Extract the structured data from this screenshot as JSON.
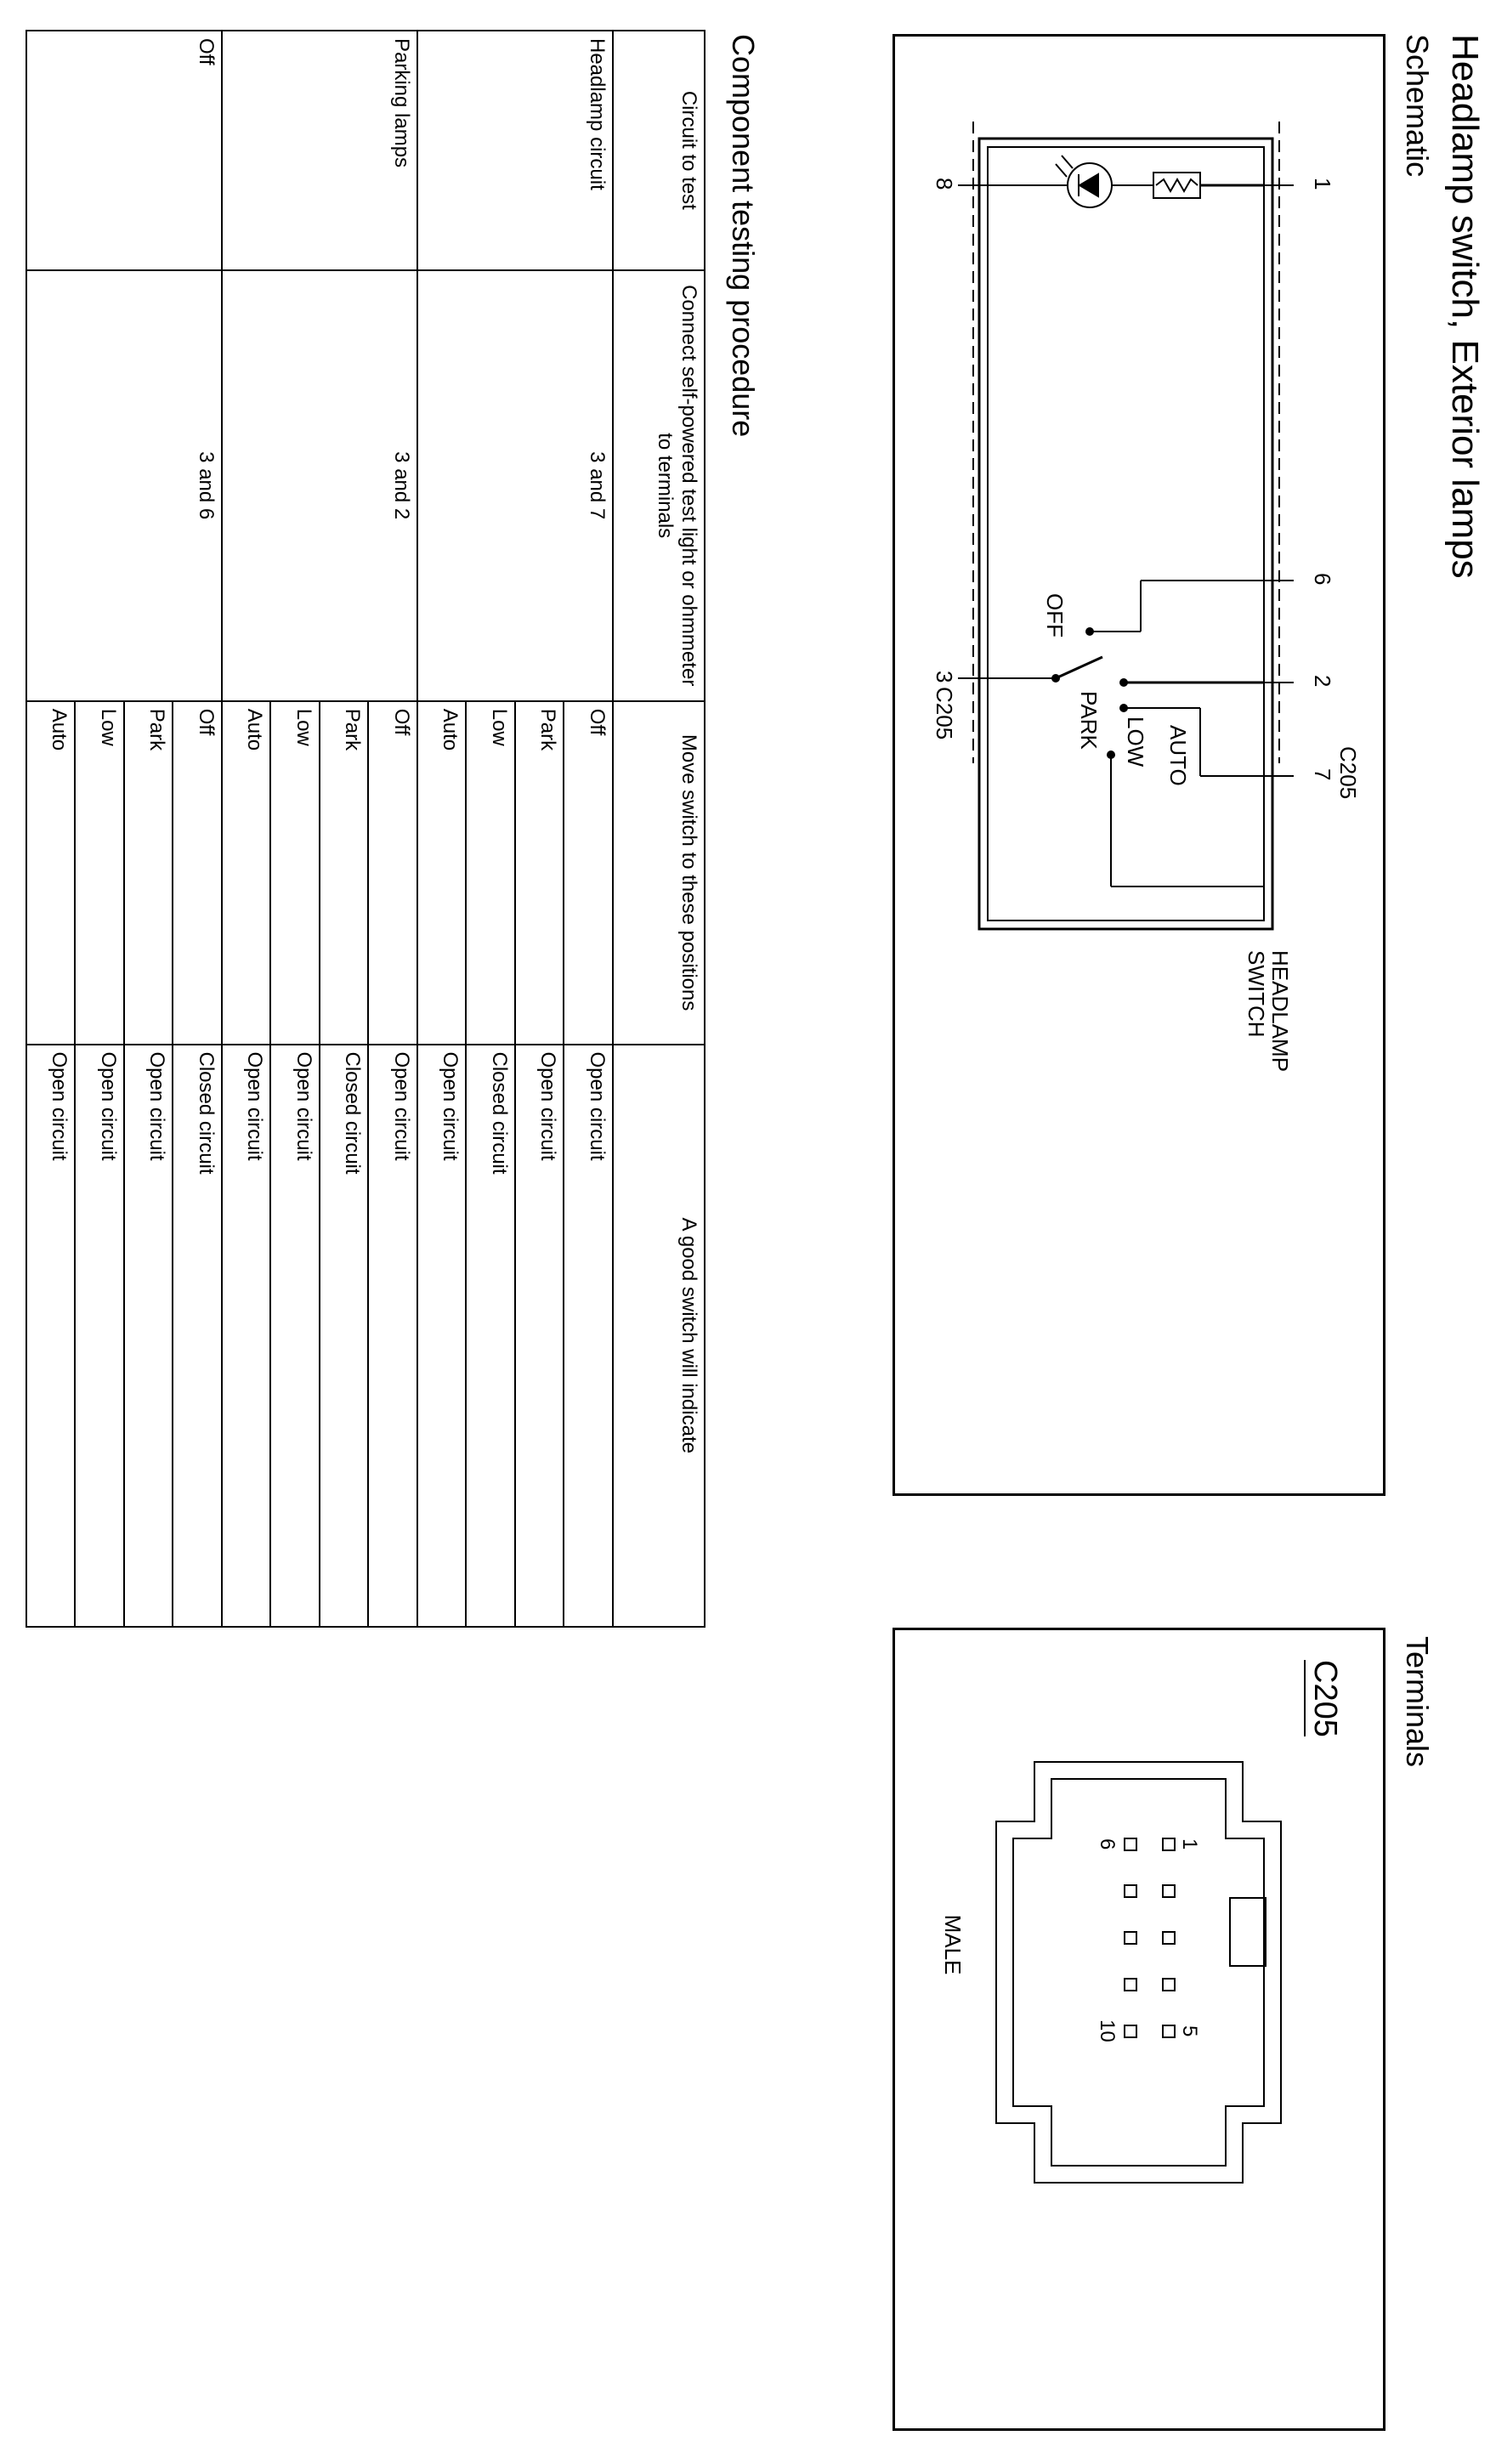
{
  "title": "Headlamp switch, Exterior lamps",
  "schematic": {
    "heading": "Schematic",
    "pins_top": [
      "1",
      "6",
      "2",
      "7"
    ],
    "connector_top": "C205",
    "pins_bottom": [
      "8",
      "3"
    ],
    "connector_bottom": "C205",
    "positions": [
      "OFF",
      "PARK",
      "LOW",
      "AUTO"
    ],
    "component_label": [
      "HEADLAMP",
      "SWITCH"
    ]
  },
  "terminals": {
    "heading": "Terminals",
    "connector": "C205",
    "pin_labels": [
      "1",
      "5",
      "6",
      "10"
    ],
    "gender": "MALE"
  },
  "testing": {
    "heading": "Component testing procedure",
    "headers": [
      "Circuit to test",
      "Connect self-powered test light or ohmmeter to terminals",
      "Move switch to these positions",
      "A good switch will indicate"
    ],
    "groups": [
      {
        "circuit": "Headlamp circuit",
        "terminals": "3 and 7",
        "rows": [
          {
            "position": "Off",
            "result": "Open circuit"
          },
          {
            "position": "Park",
            "result": "Open circuit"
          },
          {
            "position": "Low",
            "result": "Closed circuit"
          },
          {
            "position": "Auto",
            "result": "Open circuit"
          }
        ]
      },
      {
        "circuit": "Parking lamps",
        "terminals": "3 and 2",
        "rows": [
          {
            "position": "Off",
            "result": "Open circuit"
          },
          {
            "position": "Park",
            "result": "Closed circuit"
          },
          {
            "position": "Low",
            "result": "Open circuit"
          },
          {
            "position": "Auto",
            "result": "Open circuit"
          }
        ]
      },
      {
        "circuit": "Off",
        "terminals": "3 and 6",
        "rows": [
          {
            "position": "Off",
            "result": "Closed circuit"
          },
          {
            "position": "Park",
            "result": "Open circuit"
          },
          {
            "position": "Low",
            "result": "Open circuit"
          },
          {
            "position": "Auto",
            "result": "Open circuit"
          }
        ]
      }
    ]
  }
}
